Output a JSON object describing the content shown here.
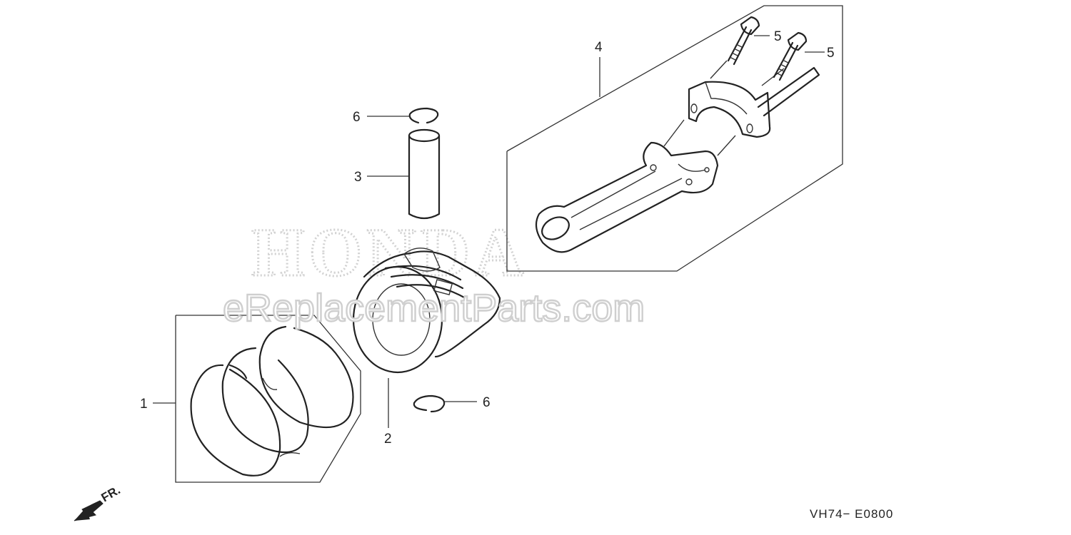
{
  "diagram": {
    "callouts": {
      "piston_rings": "1",
      "piston": "2",
      "piston_pin": "3",
      "connecting_rod": "4",
      "rod_bolt_a": "5",
      "rod_bolt_b": "5",
      "clip_top": "6",
      "clip_bottom": "6"
    },
    "direction_label": "FR.",
    "diagram_code": "VH74− E0800",
    "watermarks": {
      "brand": "HONDA",
      "site": "eReplacementParts.com"
    }
  }
}
